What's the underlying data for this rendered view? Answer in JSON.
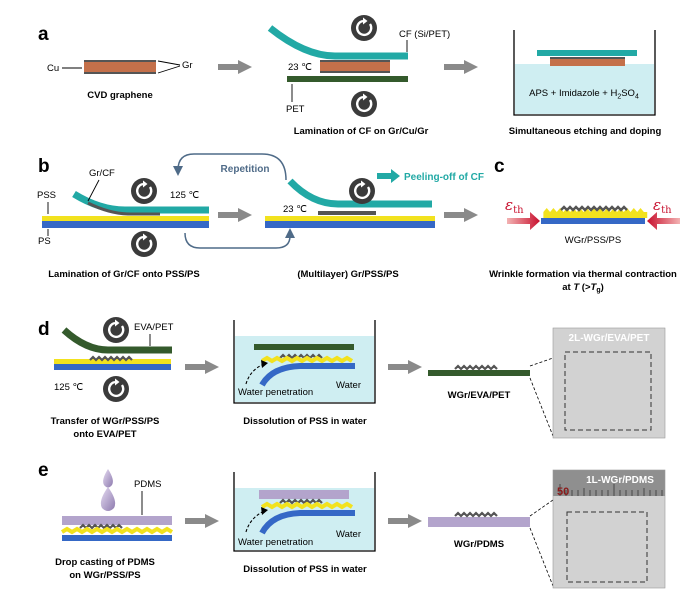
{
  "panels": {
    "a": "a",
    "b": "b",
    "c": "c",
    "d": "d",
    "e": "e"
  },
  "a": {
    "cu": "Cu",
    "gr": "Gr",
    "caption1": "CVD graphene",
    "cf_label": "CF (Si/PET)",
    "temp": "23 ℃",
    "pet": "PET",
    "caption2": "Lamination of CF on Gr/Cu/Gr",
    "solution_pre": "APS + Imidazole + H",
    "solution_sub": "2",
    "solution_post": "SO",
    "solution_sub2": "4",
    "caption3": "Simultaneous etching and doping"
  },
  "b": {
    "grcf": "Gr/CF",
    "pss": "PSS",
    "ps": "PS",
    "temp1": "125 ℃",
    "repetition": "Repetition",
    "temp2": "23 ℃",
    "peeling": "Peeling-off of CF",
    "caption1": "Lamination of Gr/CF onto PSS/PS",
    "caption2": "(Multilayer) Gr/PSS/PS"
  },
  "c": {
    "eps": "ε",
    "eps_sub": "th",
    "wgr": "WGr/PSS/PS",
    "caption_line1": "Wrinkle formation via thermal contraction",
    "caption_line2_pre": "at ",
    "caption_T": "T",
    "caption_mid": " (>",
    "caption_Tg": "T",
    "caption_g": "g",
    "caption_end": ")"
  },
  "d": {
    "eva": "EVA/PET",
    "temp": "125 ℃",
    "water_pen": "Water penetration",
    "water": "Water",
    "product": "WGr/EVA/PET",
    "photo_label": "2L-WGr/EVA/PET",
    "caption1_line1": "Transfer of WGr/PSS/PS",
    "caption1_line2": "onto EVA/PET",
    "caption2": "Dissolution of PSS in water"
  },
  "e": {
    "pdms": "PDMS",
    "water_pen": "Water penetration",
    "water": "Water",
    "product": "WGr/PDMS",
    "photo_label": "1L-WGr/PDMS",
    "ruler": "50",
    "caption1_line1": "Drop casting of PDMS",
    "caption1_line2": "on WGr/PSS/PS",
    "caption2": "Dissolution of PSS in water"
  },
  "colors": {
    "teal": "#22a9a5",
    "copper": "#c4704a",
    "graphene": "#555555",
    "pet_green": "#345a2c",
    "pss_yellow": "#f2e21e",
    "ps_blue": "#3568c6",
    "water": "#cfeef2",
    "pdms": "#b3a4cc",
    "arrow_gray": "#8a8a8a",
    "red": "#c8102e"
  },
  "icons": [
    "rotating-roller-icon",
    "process-arrow-icon",
    "repetition-loop-arrow-icon",
    "thermal-contraction-arrow-icon",
    "water-droplet-icon"
  ]
}
